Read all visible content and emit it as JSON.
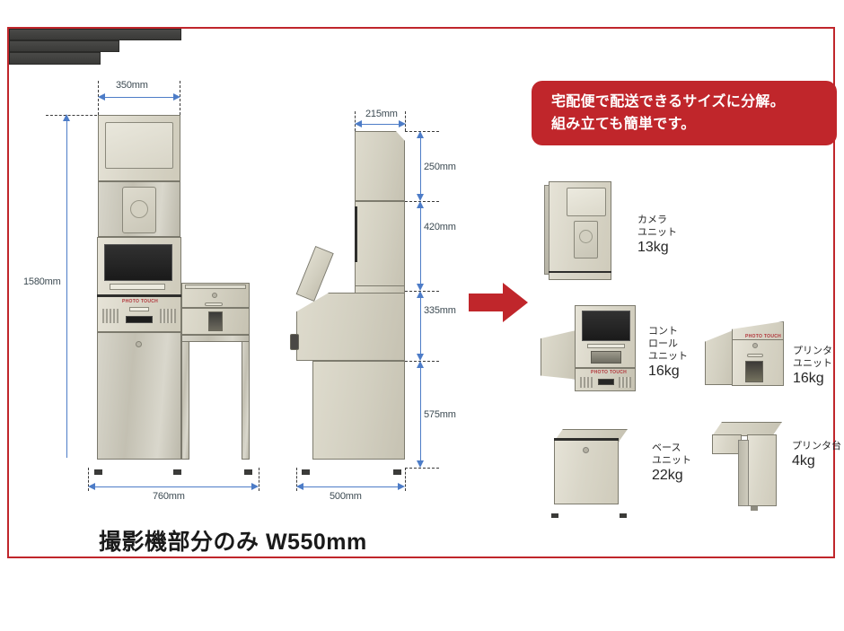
{
  "banner": {
    "line1": "宅配便で配送できるサイズに分解。",
    "line2": "組み立ても簡単です。",
    "color": "#c0262b"
  },
  "arrow": {
    "name": "right-arrow",
    "color": "#c0262b"
  },
  "caption_main": "撮影機部分のみ W550mm",
  "dimensions": {
    "front_width": "350mm",
    "total_height": "1580mm",
    "side_width": "215mm",
    "seg_250": "250mm",
    "seg_420": "420mm",
    "seg_335": "335mm",
    "seg_575": "575mm",
    "base_width_front": "760mm",
    "base_width_side": "500mm",
    "line_color": "#4d7cc7"
  },
  "components": [
    {
      "id": "camera-unit",
      "line1": "カメラ",
      "line2": "ユニット",
      "weight": "13kg"
    },
    {
      "id": "control-unit",
      "line1": "コント",
      "line2": "ロール",
      "line3": "ユニット",
      "weight": "16kg"
    },
    {
      "id": "printer-unit",
      "line1": "プリンタ",
      "line2": "ユニット",
      "weight": "16kg"
    },
    {
      "id": "base-unit",
      "line1": "ベース",
      "line2": "ユニット",
      "weight": "22kg"
    },
    {
      "id": "printer-stand",
      "line1": "プリンタ台",
      "weight": "4kg"
    }
  ],
  "machine": {
    "brand": "PHOTO TOUCH"
  }
}
